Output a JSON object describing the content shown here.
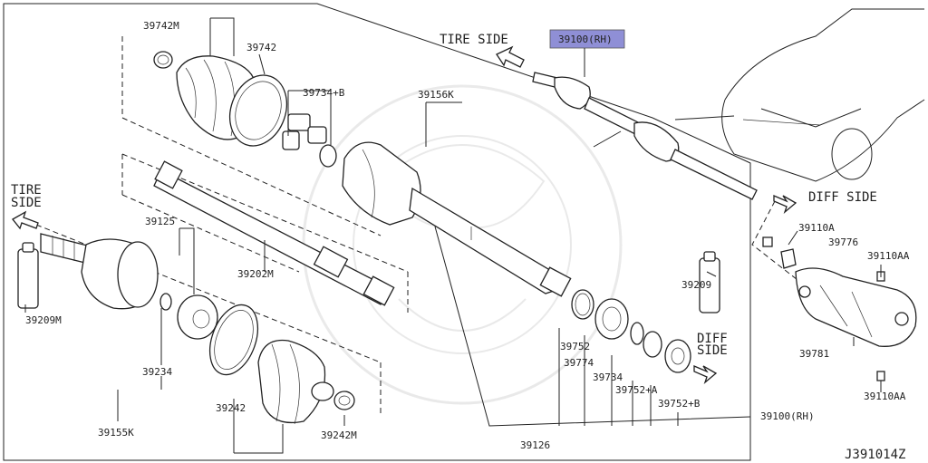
{
  "diagram": {
    "labels": {
      "p39742M": "39742M",
      "p39742": "39742",
      "p39734B": "39734+B",
      "p39156K": "39156K",
      "p39125": "39125",
      "p39202M": "39202M",
      "p39209M": "39209M",
      "p39234": "39234",
      "p39242": "39242",
      "p39242M": "39242M",
      "p39155K": "39155K",
      "p39126": "39126",
      "p39100rh_bottom": "39100(RH)",
      "p39209": "39209",
      "p39752": "39752",
      "p39774": "39774",
      "p39734": "39734",
      "p39752A": "39752+A",
      "p39752B": "39752+B",
      "p39100rh_top": "39100(RH)",
      "p39110A": "39110A",
      "p39776": "39776",
      "p39110AA_top": "39110AA",
      "p39781": "39781",
      "p39110AA_bottom": "39110AA"
    },
    "directions": {
      "tire_side_top": "TIRE SIDE",
      "tire_side_left_1": "TIRE",
      "tire_side_left_2": "SIDE",
      "diff_side_right": "DIFF SIDE",
      "diff_side_mid_1": "DIFF",
      "diff_side_mid_2": "SIDE"
    },
    "drawing_code": "J391014Z",
    "highlight_color": "#8f8fd6"
  }
}
